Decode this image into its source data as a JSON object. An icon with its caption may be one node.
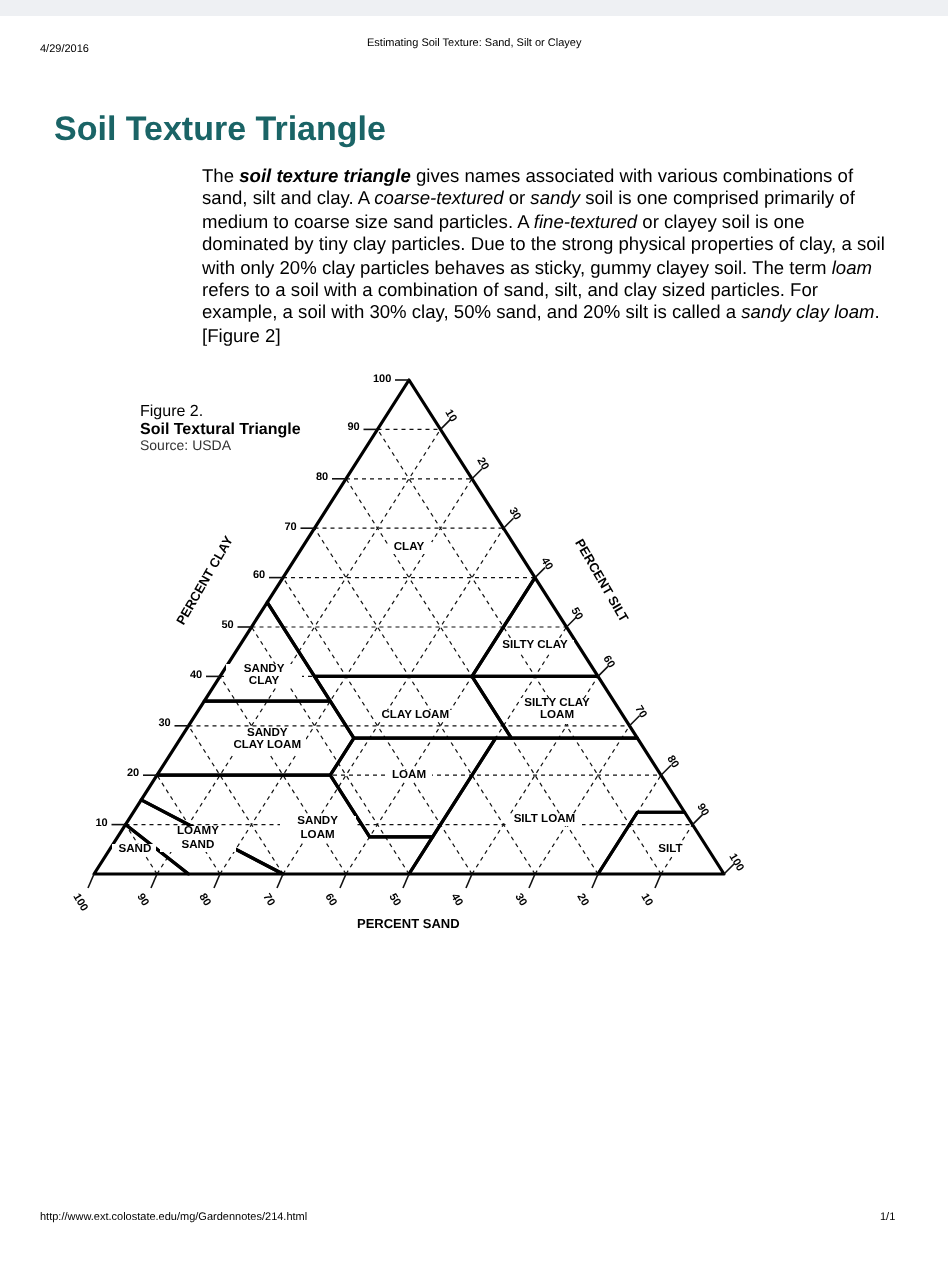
{
  "diagram": {
    "title": "Soil Texture Triangle",
    "labels": [
      "4/29/2016",
      "Estimating Soil Texture: Sand, Silt or Clayey",
      "The **soil texture triangle** gives names associated with various combinations of sand, silt and clay. A *coarse-textured* or *sandy* soil is one comprised primarily of medium to coarse size sand particles. A *fine-textured* or clayey soil is one dominated by tiny clay particles. Due to the strong physical properties of clay, a soil with only 20% clay particles behaves as sticky, gummy clayey soil. The term *loam* refers to a soil with a combination of sand, silt, and clay sized particles. For example, a soil with 30% clay, 50% sand, and 20% silt is called a *sandy clay loam*. [Figure 2]",
      "Figure 2.",
      "Soil Textural Triangle",
      "Source: USDA",
      "100",
      "90",
      "80",
      "70",
      "60",
      "50",
      "40",
      "30",
      "20",
      "10",
      "10",
      "20",
      "30",
      "40",
      "50",
      "60",
      "70",
      "80",
      "90",
      "100",
      "PERCENT CLAY",
      "PERCENT SILT",
      "CLAY",
      "SANDY CLAY",
      "SILTY CLAY",
      "SANDY CLAY LOAM",
      "CLAY LOAM",
      "SILTY CLAY LOAM",
      "LOAM",
      "SANDY LOAM",
      "SILT LOAM",
      "LOAMY SAND",
      "SAND",
      "SILT",
      "100",
      "90",
      "80",
      "70",
      "60",
      "50",
      "40",
      "30",
      "20",
      "10",
      "PERCENT SAND",
      "http://www.ext.colostate.edu/mg/Gardennotes/214.html",
      "1/1"
    ]
  }
}
